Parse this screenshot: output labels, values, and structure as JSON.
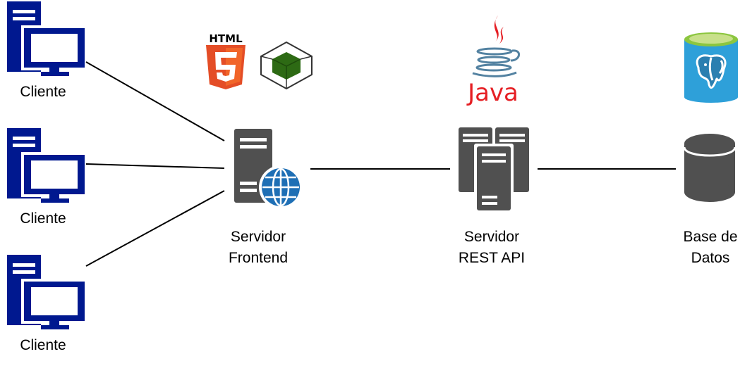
{
  "clients": [
    {
      "label": "Cliente"
    },
    {
      "label": "Cliente"
    },
    {
      "label": "Cliente"
    }
  ],
  "frontend": {
    "label_line1": "Servidor",
    "label_line2": "Frontend"
  },
  "api": {
    "label_line1": "Servidor",
    "label_line2": "REST API"
  },
  "database": {
    "label_line1": "Base de",
    "label_line2": "Datos"
  },
  "logos": {
    "html5_text": "HTML",
    "html5_mark": "5",
    "java_text": "Java"
  },
  "colors": {
    "client_icon": "#00188f",
    "server_icon": "#505050",
    "globe": "#1e6fb5",
    "html5_orange": "#e44d26",
    "html5_light": "#f16529",
    "nodejs_green": "#2d6a14",
    "java_red": "#e51f24",
    "java_blue": "#5382a1",
    "postgres_teal": "#2ea0d9",
    "connector": "#000000"
  }
}
